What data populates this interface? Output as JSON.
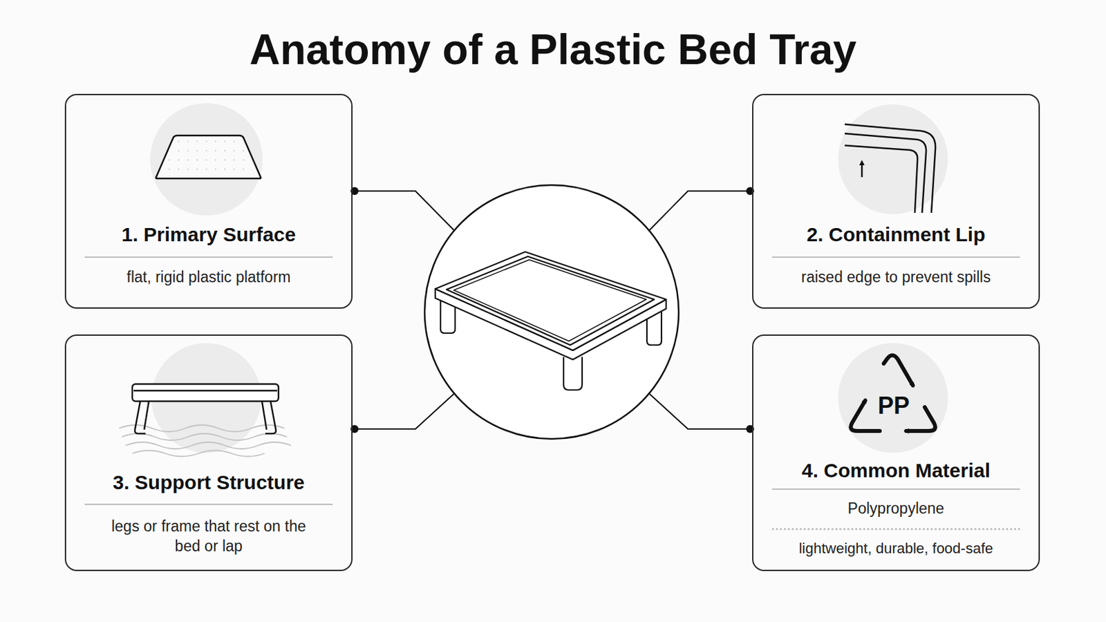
{
  "diagram": {
    "title": "Anatomy of a Plastic Bed Tray",
    "nodes": [
      {
        "text": [
          "1. Primary Surface",
          "flat, rigid plastic platform"
        ]
      },
      {
        "text": [
          "2. Containment Lip",
          "raised edge to prevent spills"
        ]
      },
      {
        "text": [
          "3. Support Structure",
          "legs or frame that rest on the bed or lap"
        ]
      },
      {
        "text": [
          "4. Common Material",
          "Polypropylene",
          "lightweight, durable, food-safe"
        ]
      }
    ],
    "labels": [
      "PP"
    ]
  }
}
